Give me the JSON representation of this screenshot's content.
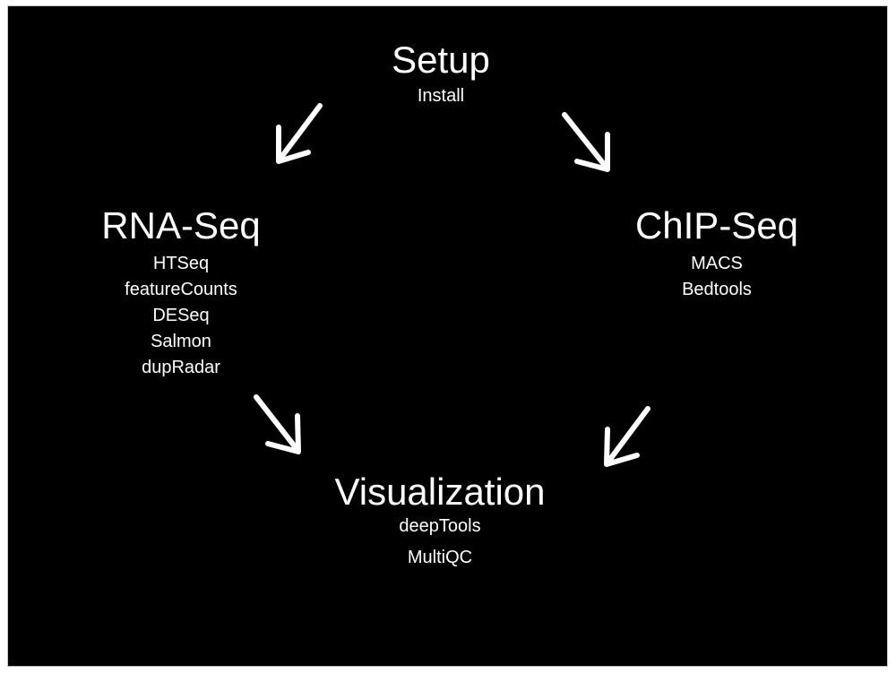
{
  "diagram": {
    "type": "workflow-cycle",
    "background_color": "#000000",
    "text_color": "#ffffff",
    "nodes": {
      "setup": {
        "title": "Setup",
        "items": [
          "Install"
        ]
      },
      "rna_seq": {
        "title": "RNA-Seq",
        "items": [
          "HTSeq",
          "featureCounts",
          "DESeq",
          "Salmon",
          "dupRadar"
        ]
      },
      "chip_seq": {
        "title": "ChIP-Seq",
        "items": [
          "MACS",
          "Bedtools"
        ]
      },
      "visualization": {
        "title": "Visualization",
        "items": [
          "deepTools",
          "MultiQC"
        ]
      }
    },
    "edges": [
      {
        "from": "Setup",
        "to": "RNA-Seq",
        "icon": "arrow-down-left-icon"
      },
      {
        "from": "Setup",
        "to": "ChIP-Seq",
        "icon": "arrow-down-right-icon"
      },
      {
        "from": "RNA-Seq",
        "to": "Visualization",
        "icon": "arrow-down-right-icon"
      },
      {
        "from": "ChIP-Seq",
        "to": "Visualization",
        "icon": "arrow-down-left-icon"
      }
    ]
  }
}
